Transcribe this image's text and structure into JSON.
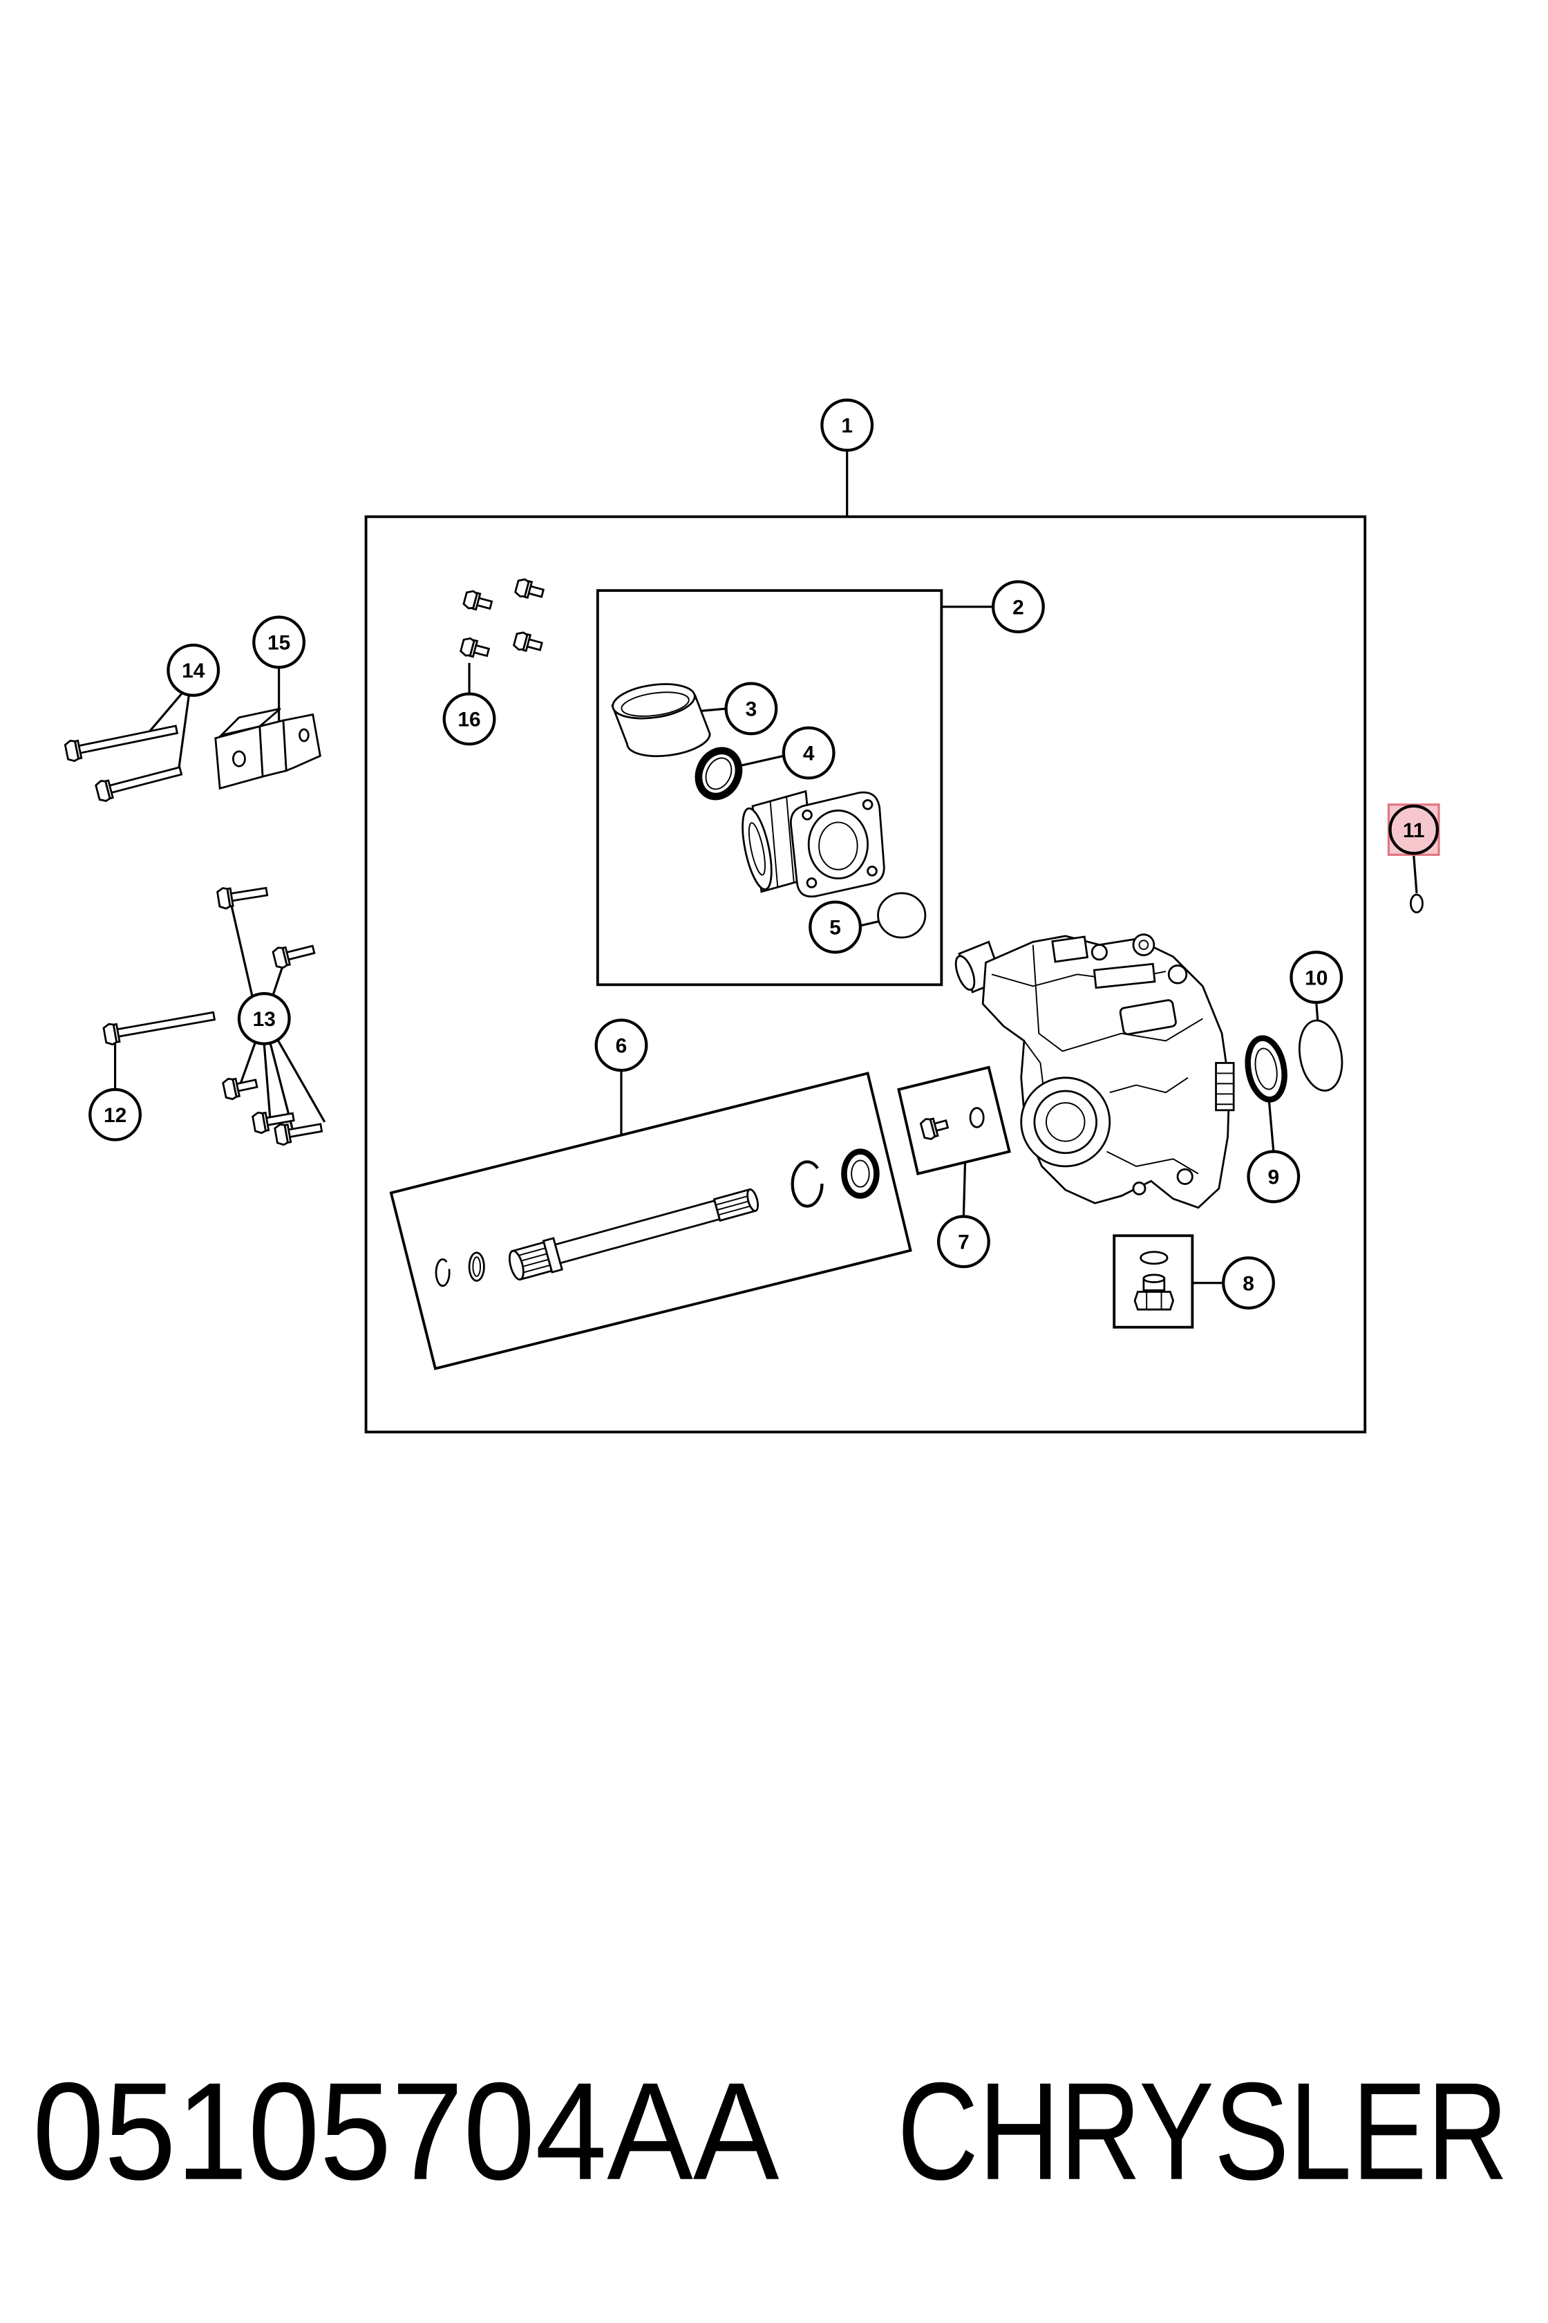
{
  "diagram": {
    "callouts": [
      {
        "label": "1"
      },
      {
        "label": "2"
      },
      {
        "label": "3"
      },
      {
        "label": "4"
      },
      {
        "label": "5"
      },
      {
        "label": "6"
      },
      {
        "label": "7"
      },
      {
        "label": "8"
      },
      {
        "label": "9"
      },
      {
        "label": "10"
      },
      {
        "label": "11",
        "highlighted": true
      },
      {
        "label": "12"
      },
      {
        "label": "13"
      },
      {
        "label": "14"
      },
      {
        "label": "15"
      },
      {
        "label": "16"
      }
    ],
    "highlight": {
      "fill": "#f6c8ce",
      "stroke": "#e07782"
    }
  },
  "caption": {
    "part_number": "05105704AA",
    "brand": "CHRYSLER"
  }
}
